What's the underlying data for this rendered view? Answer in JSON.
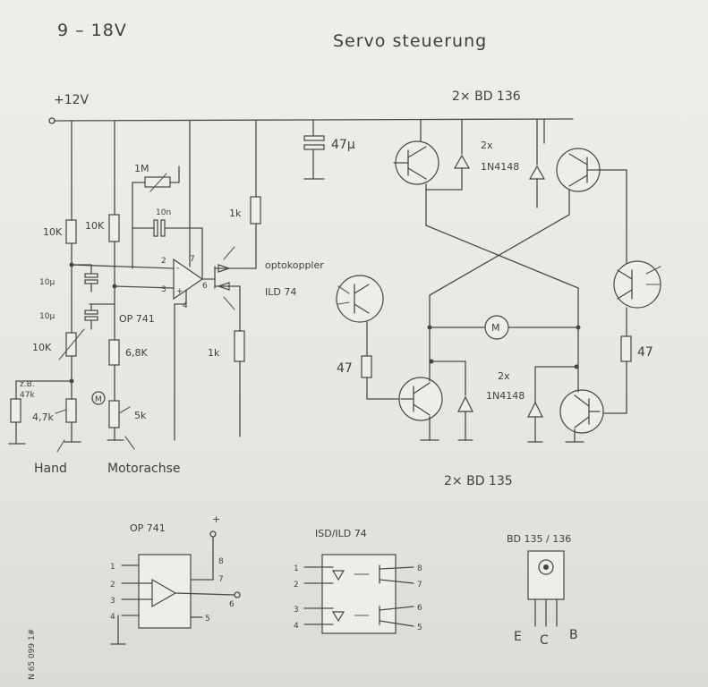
{
  "title": "Servo steuerung",
  "supply_range": "9 – 18V",
  "supply_label": "+12V",
  "upper_transistors": "2× BD 136",
  "lower_transistors": "2× BD 135",
  "opamp_label": "OP 741",
  "optocoupler_label": "optokoppler ILD 74",
  "optocoupler_line1": "optokoppler",
  "optocoupler_line2": "ILD 74",
  "capacitor_main": "47µ",
  "diodes_top": "2x 1N4148",
  "diodes_top_a": "2x",
  "diodes_top_b": "1N4148",
  "diodes_bottom_a": "2x",
  "diodes_bottom_b": "1N4148",
  "motor_symbol": "M",
  "pot_symbol": "M",
  "components": {
    "r_10k_a": "10K",
    "r_10k_b": "10K",
    "c_10u_a": "10µ",
    "c_10u_b": "10µ",
    "pot_10k": "10K",
    "r_zb_47k_a": "z.B.",
    "r_zb_47k_b": "47k",
    "pot_4_7k": "4,7k",
    "r_1m": "1M",
    "c_10n": "10n",
    "r_6_8k": "6,8K",
    "pot_5k": "5k",
    "r_1k_top": "1k",
    "r_1k_bottom": "1k",
    "r_47_left": "47",
    "r_47_right": "47"
  },
  "labels": {
    "hand": "Hand",
    "motorachse": "Motorachse"
  },
  "pinouts": {
    "op741": {
      "title": "OP 741",
      "plus": "+",
      "pins": [
        "1",
        "2",
        "3",
        "4",
        "8",
        "7",
        "6",
        "5"
      ]
    },
    "isd_ild74": {
      "title": "ISD/ILD 74",
      "pins": [
        "1",
        "2",
        "3",
        "4",
        "8",
        "7",
        "6",
        "5"
      ]
    },
    "bd135_136": {
      "title": "BD 135 / 136",
      "pins": [
        "E",
        "C",
        "B"
      ]
    }
  },
  "margin_code": "N 65 099 1#"
}
